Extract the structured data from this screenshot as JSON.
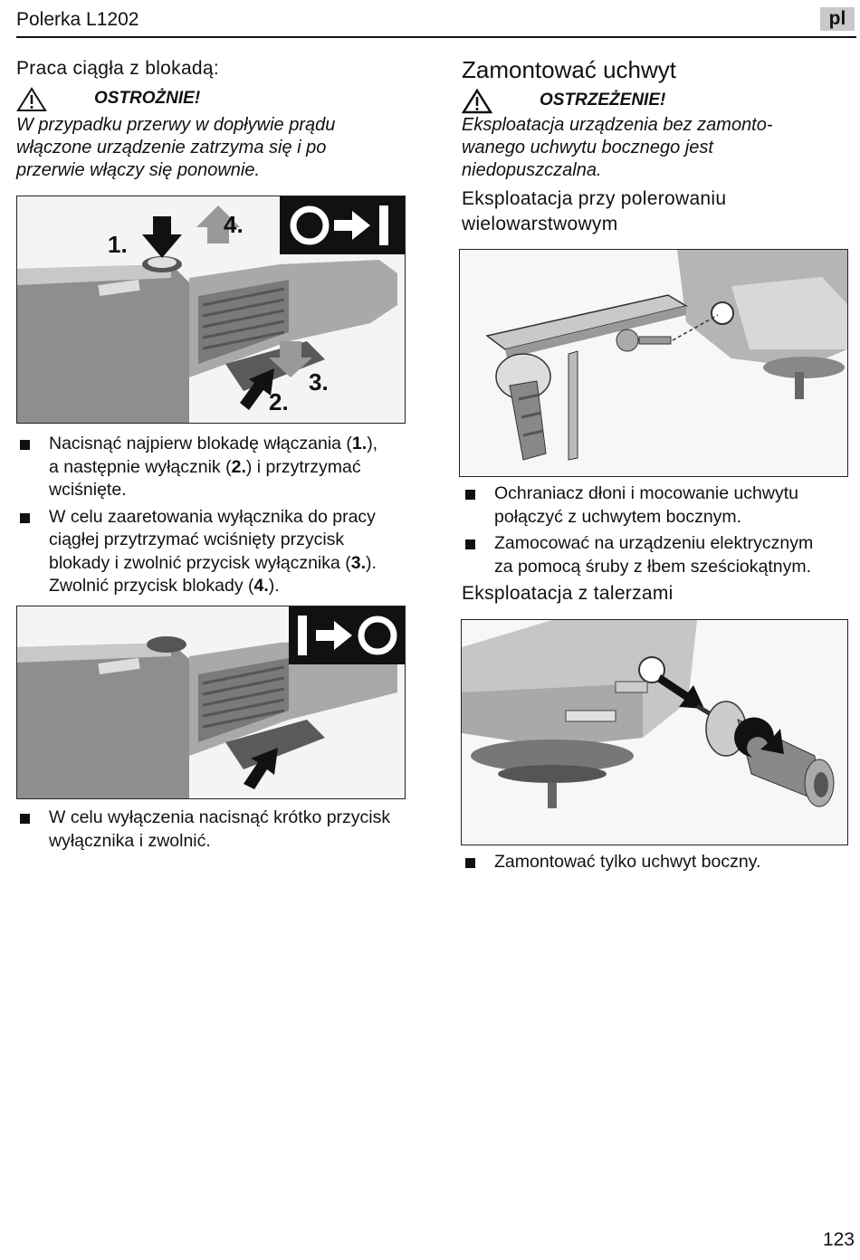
{
  "header": {
    "title": "Polerka L1202",
    "lang": "pl"
  },
  "left": {
    "heading": "Praca ciągła z blokadą:",
    "warning_label": "OSTROŻNIE!",
    "warning_lines": [
      "W przypadku przerwy w dopływie prądu",
      "włączone urządzenie zatrzyma się i po",
      "przerwie włączy się ponownie."
    ],
    "figure1": {
      "step1": "1.",
      "step2": "2.",
      "step3": "3.",
      "step4": "4."
    },
    "bullets1": [
      [
        "Nacisnąć najpierw blokadę włączania (",
        "1.",
        "),",
        "a następnie wyłącznik (",
        "2.",
        ") i przytrzymać",
        "wciśnięte."
      ],
      [
        "W celu zaaretowania wyłącznika do pracy",
        "ciągłej przytrzymać wciśnięty przycisk",
        "blokady i zwolnić przycisk wyłącznika (",
        "3.",
        ").",
        "Zwolnić przycisk blokady (",
        "4.",
        ")."
      ]
    ],
    "bullets2": [
      [
        "W celu wyłączenia nacisnąć krótko przycisk",
        "wyłącznika i zwolnić."
      ]
    ]
  },
  "right": {
    "heading": "Zamontować uchwyt",
    "warning_label": "OSTRZEŻENIE!",
    "warning_lines": [
      "Eksploatacja urządzenia bez zamonto-",
      "wanego uchwytu bocznego jest",
      "niedopuszczalna."
    ],
    "subheading1": [
      "Eksploatacja przy polerowaniu",
      "wielowarstwowym"
    ],
    "bullets1": [
      [
        "Ochraniacz dłoni i mocowanie uchwytu",
        "połączyć z uchwytem bocznym."
      ],
      [
        "Zamocować na urządzeniu elektrycznym",
        "za pomocą śruby z łbem sześciokątnym."
      ]
    ],
    "subheading2": "Eksploatacja z talerzami",
    "bullets2": [
      [
        "Zamontować tylko uchwyt boczny."
      ]
    ]
  },
  "page_number": "123"
}
